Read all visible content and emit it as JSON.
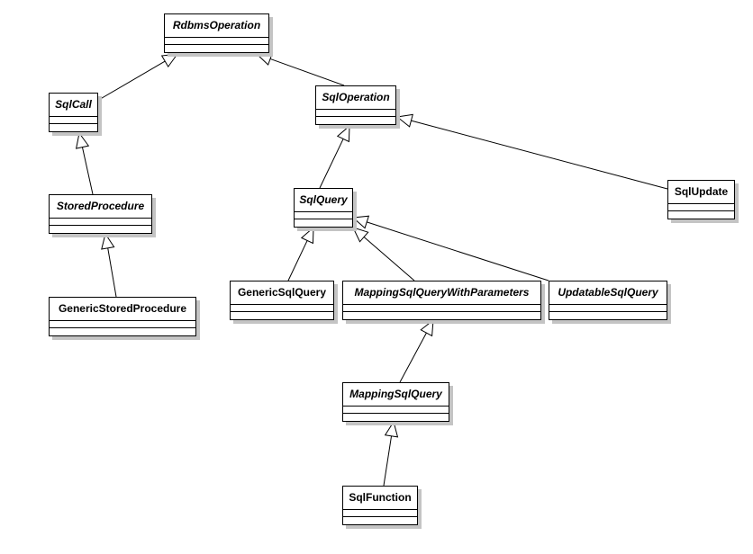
{
  "classes": {
    "rdbms_operation": {
      "name": "RdbmsOperation",
      "abstract": true
    },
    "sql_call": {
      "name": "SqlCall",
      "abstract": true
    },
    "sql_operation": {
      "name": "SqlOperation",
      "abstract": true
    },
    "stored_procedure": {
      "name": "StoredProcedure",
      "abstract": true
    },
    "generic_stored_procedure": {
      "name": "GenericStoredProcedure",
      "abstract": false
    },
    "sql_query": {
      "name": "SqlQuery",
      "abstract": true
    },
    "sql_update": {
      "name": "SqlUpdate",
      "abstract": false
    },
    "generic_sql_query": {
      "name": "GenericSqlQuery",
      "abstract": false
    },
    "mapping_sql_query_with_parameters": {
      "name": "MappingSqlQueryWithParameters",
      "abstract": true
    },
    "updatable_sql_query": {
      "name": "UpdatableSqlQuery",
      "abstract": true
    },
    "mapping_sql_query": {
      "name": "MappingSqlQuery",
      "abstract": true
    },
    "sql_function": {
      "name": "SqlFunction",
      "abstract": false
    }
  },
  "generalizations": [
    {
      "child": "sql_call",
      "parent": "rdbms_operation"
    },
    {
      "child": "sql_operation",
      "parent": "rdbms_operation"
    },
    {
      "child": "stored_procedure",
      "parent": "sql_call"
    },
    {
      "child": "generic_stored_procedure",
      "parent": "stored_procedure"
    },
    {
      "child": "sql_query",
      "parent": "sql_operation"
    },
    {
      "child": "sql_update",
      "parent": "sql_operation"
    },
    {
      "child": "generic_sql_query",
      "parent": "sql_query"
    },
    {
      "child": "mapping_sql_query_with_parameters",
      "parent": "sql_query"
    },
    {
      "child": "updatable_sql_query",
      "parent": "sql_query"
    },
    {
      "child": "mapping_sql_query",
      "parent": "mapping_sql_query_with_parameters"
    },
    {
      "child": "sql_function",
      "parent": "mapping_sql_query"
    }
  ]
}
